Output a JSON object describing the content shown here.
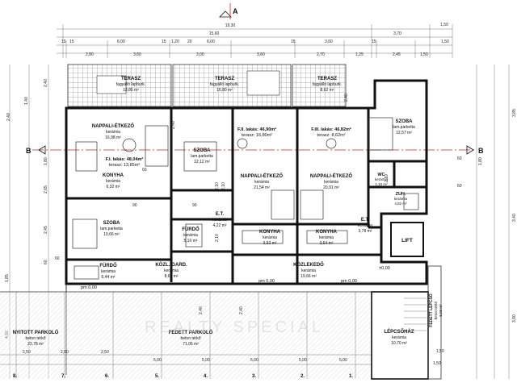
{
  "axis_labels": {
    "a_top": "A",
    "b_left": "B",
    "b_right": "B"
  },
  "dims": {
    "total_width": "19,30",
    "top_row1": [
      "15,60",
      "3,70",
      "1,50"
    ],
    "top_row2": [
      "15",
      "15",
      "6,00",
      "15",
      "1,20",
      "20",
      "6,00",
      "15",
      "3,60",
      "15",
      "1,50"
    ],
    "top_row3": [
      "2,80",
      "3,60",
      "3,00",
      "3,60",
      "2,70",
      "1,25",
      "2,45",
      "1,50"
    ],
    "left_col": [
      "2,40",
      "1,40",
      "1,80",
      "2,65",
      "2,45",
      "60",
      "1,85",
      "4,92"
    ],
    "right_col": [
      "3,85",
      "1,80",
      "60",
      "3,40",
      "60",
      "3,80",
      "1,50"
    ],
    "inner": [
      "2,40",
      "2,40",
      "2,10",
      "2,10",
      "2,10",
      "2,10",
      "90",
      "90",
      "60",
      "60",
      "2,40",
      "2,40"
    ],
    "bottom": [
      "2,50",
      "2,50",
      "2,50",
      "5,00",
      "5,00",
      "5,00",
      "5,00",
      "5,00",
      "1,50"
    ],
    "axis_numbers": [
      "8.",
      "7.",
      "6.",
      "5.",
      "4.",
      "3.",
      "2.",
      "1."
    ]
  },
  "rooms": {
    "terasz1": {
      "name": "TERASZ",
      "surface": "fagyálló lapburk.",
      "area": "13,85 m²"
    },
    "terasz2": {
      "name": "TERASZ",
      "surface": "fagyálló lapburk.",
      "area": "16,80 m²"
    },
    "terasz3": {
      "name": "TERASZ",
      "surface": "fagyálló lapburk.",
      "area": "8,62 m²"
    },
    "nappali1": {
      "name": "NAPPALI-ÉTKEZŐ",
      "surface": "kerámia",
      "area": "16,98 m²"
    },
    "lakas1": {
      "line1": "F.I. lakás: 48,04m²",
      "line2": "terasz: 13,85m²"
    },
    "konyha1": {
      "name": "KONYHA",
      "surface": "kerámia",
      "area": "6,32 m²"
    },
    "szoba1": {
      "name": "SZOBA",
      "surface": "lam.parketta",
      "area": "10,66 m²"
    },
    "furdo1": {
      "name": "FÜRDŐ",
      "surface": "kerámia",
      "area": "6,44 m²"
    },
    "kozl_gard": {
      "name": "KÖZL.-GARD.",
      "surface": "kerámia",
      "area": "8,64 m²"
    },
    "szoba2": {
      "name": "SZOBA",
      "surface": "lam.parketta",
      "area": "12,12 m²"
    },
    "et1": {
      "name": "E.T.",
      "surface": "kerámia",
      "area": "4,22 m²"
    },
    "furdo2": {
      "name": "FÜRDŐ",
      "surface": "kerámia",
      "area": "5,10 m²"
    },
    "lakas2": {
      "line1": "F.II. lakás: 46,90m²",
      "line2": "terasz: 16,80m²"
    },
    "nappali2": {
      "name": "NAPPALI-ÉTKEZŐ",
      "surface": "kerámia",
      "area": "21,54 m²"
    },
    "konyha2": {
      "name": "KONYHA",
      "surface": "kerámia",
      "area": "3,92 m²"
    },
    "lakas3": {
      "line1": "F.III. lakás: 46,82m²",
      "line2": "terasz: 8,62m²"
    },
    "nappali3": {
      "name": "NAPPALI-ÉTKEZŐ",
      "surface": "kerámia",
      "area": "20,91 m²"
    },
    "konyha3": {
      "name": "KONYHA",
      "surface": "kerámia",
      "area": "3,64 m²"
    },
    "szoba3": {
      "name": "SZOBA",
      "surface": "lam.parketta",
      "area": "12,57 m²"
    },
    "wc": {
      "name": "WC",
      "surface": "kerámia",
      "area": "1,10 m²"
    },
    "zuh": {
      "name": "ZUH.",
      "surface": "kerámia",
      "area": "4,82 m²"
    },
    "et2": {
      "name": "E.T.",
      "surface": "kerámia",
      "area": "3,78 m²"
    },
    "lift": {
      "name": "LIFT"
    },
    "kozlekedo": {
      "name": "KÖZLEKEDŐ",
      "surface": "kerámia",
      "area": "19,66 m²"
    },
    "nyitott": {
      "name": "NYITOTT PARKOLÓ",
      "surface": "beton térkő",
      "area": "23,78 m²"
    },
    "fedett": {
      "name": "FEDETT PARKOLÓ",
      "surface": "beton térkő",
      "area": "71,06 m²"
    },
    "lepcsohaz": {
      "name": "LÉPCSŐHÁZ",
      "surface": "kerámia",
      "area": "10,70 m²"
    },
    "fedett_lepcso": {
      "name": "FEDETT LÉPCSŐ",
      "surface": "beton térkő",
      "area": "5,06 m²"
    }
  },
  "levels": {
    "pm1": "pm 0,00",
    "pm2": "pm 0,00",
    "pm3": "±0,00",
    "pm4": "pm 0,00"
  },
  "watermark": "REALTY SPECIAL"
}
